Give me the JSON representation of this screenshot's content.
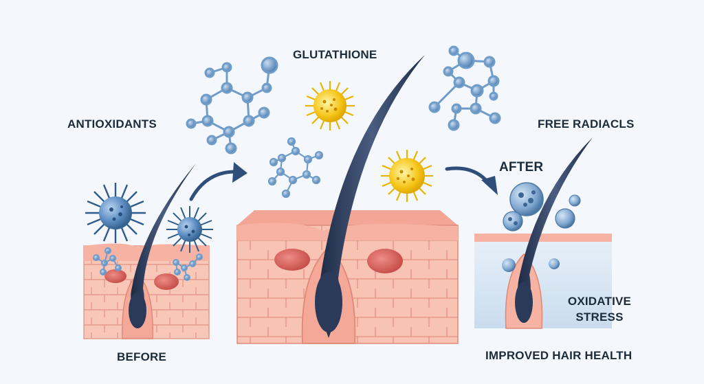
{
  "labels": {
    "antioxidants": "ANTIOXIDANTS",
    "glutathione": "GLUTATHIONE",
    "free_radicals": "FREE RADIACLS",
    "after": "AFTER",
    "oxidative_stress": "OXIDATIVE STRESS",
    "before": "BEFORE",
    "improved_hair_health": "IMPROVED HAIR HEALTH"
  },
  "colors": {
    "background": "#f4f7fb",
    "skin_top": "#f6b3a4",
    "skin_body": "#f8c7b8",
    "cell_line": "#e69a8a",
    "hair": "#2e3e5c",
    "molecule": "#6f9cc9",
    "radical_blue": "#4d7fb8",
    "glutathione_yellow": "#f5c518",
    "arrow": "#2f4f7a",
    "after_fluid": "#dde9f4"
  }
}
